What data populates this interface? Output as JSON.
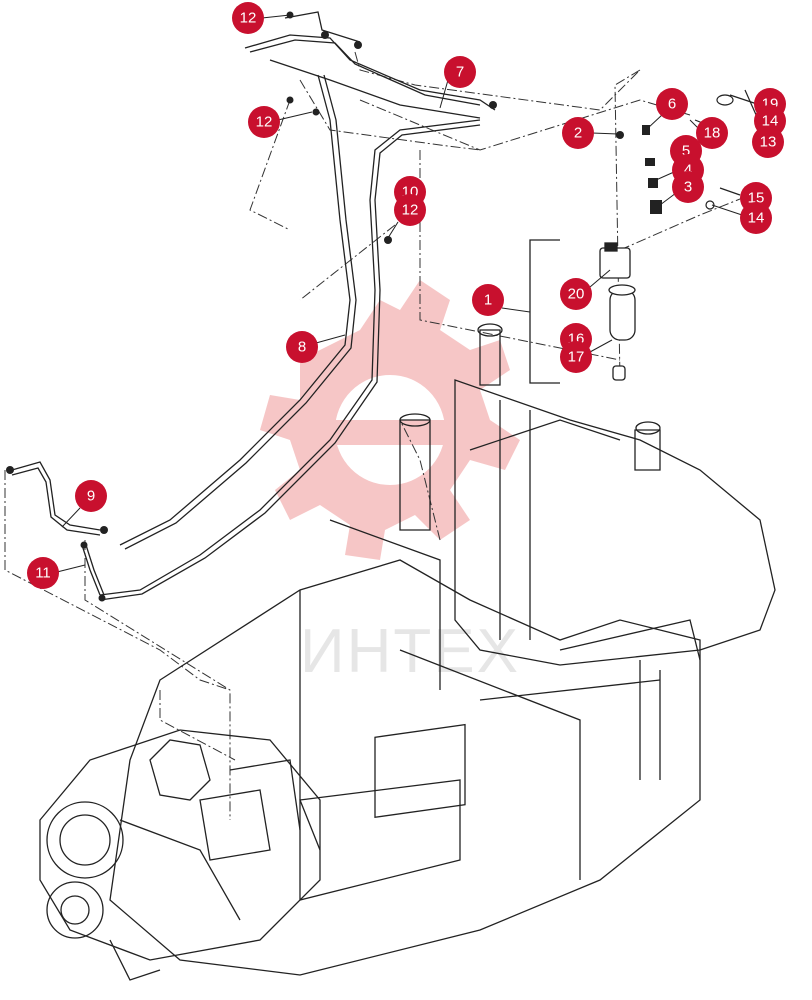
{
  "watermark": {
    "text": "ИНТЕХ",
    "color": "#f3b3b3"
  },
  "callout_color": "#c8102e",
  "callouts": [
    {
      "id": "c12a",
      "label": "12"
    },
    {
      "id": "c7",
      "label": "7"
    },
    {
      "id": "c12b",
      "label": "12"
    },
    {
      "id": "c2",
      "label": "2"
    },
    {
      "id": "c6",
      "label": "6"
    },
    {
      "id": "c19a",
      "label": "19"
    },
    {
      "id": "c14a",
      "label": "14"
    },
    {
      "id": "c18",
      "label": "18"
    },
    {
      "id": "c13",
      "label": "13"
    },
    {
      "id": "c5a",
      "label": "5"
    },
    {
      "id": "c4",
      "label": "4"
    },
    {
      "id": "c3",
      "label": "3"
    },
    {
      "id": "c15",
      "label": "15"
    },
    {
      "id": "c14b",
      "label": "14"
    },
    {
      "id": "c10",
      "label": "10"
    },
    {
      "id": "c12c",
      "label": "12"
    },
    {
      "id": "c20",
      "label": "20"
    },
    {
      "id": "c1",
      "label": "1"
    },
    {
      "id": "c16",
      "label": "16"
    },
    {
      "id": "c17",
      "label": "17"
    },
    {
      "id": "c8",
      "label": "8"
    },
    {
      "id": "c9",
      "label": "9"
    },
    {
      "id": "c11",
      "label": "11"
    }
  ]
}
